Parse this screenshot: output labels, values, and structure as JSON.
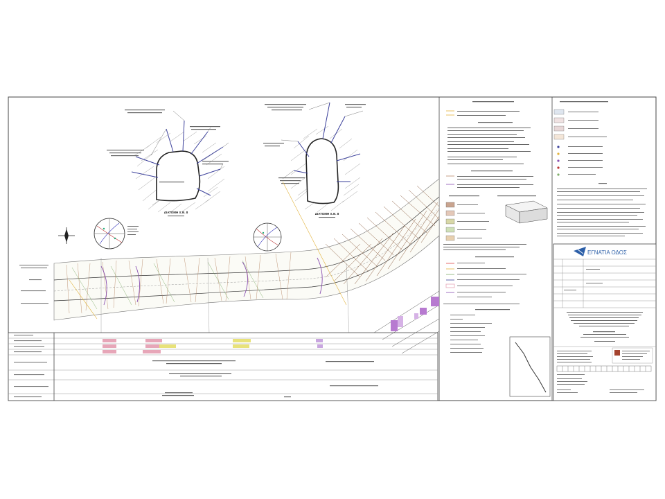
{
  "drawing": {
    "section_left_title": "ΔΙΑΤΟΜΗ Χ.Θ. 8",
    "section_right_title": "ΔΙΑΤΟΜΗ Χ.Θ. 8",
    "logo_text": "ΕΓΝΑΤΙΑ ΟΔΟΣ"
  },
  "colors": {
    "ink": "#2b2b2b",
    "blue_lines": "#3a3f9a",
    "purple_hatch": "#8a4fb0",
    "brown_hatch": "#8a5a3c",
    "yellow_band": "#e8e27a",
    "pink_band": "#e7a6b8",
    "green_lines": "#7fae6a",
    "logo_blue": "#2c5fa8"
  },
  "icons": [
    "north-arrow-icon",
    "stereonet-icon",
    "logo-icon"
  ]
}
